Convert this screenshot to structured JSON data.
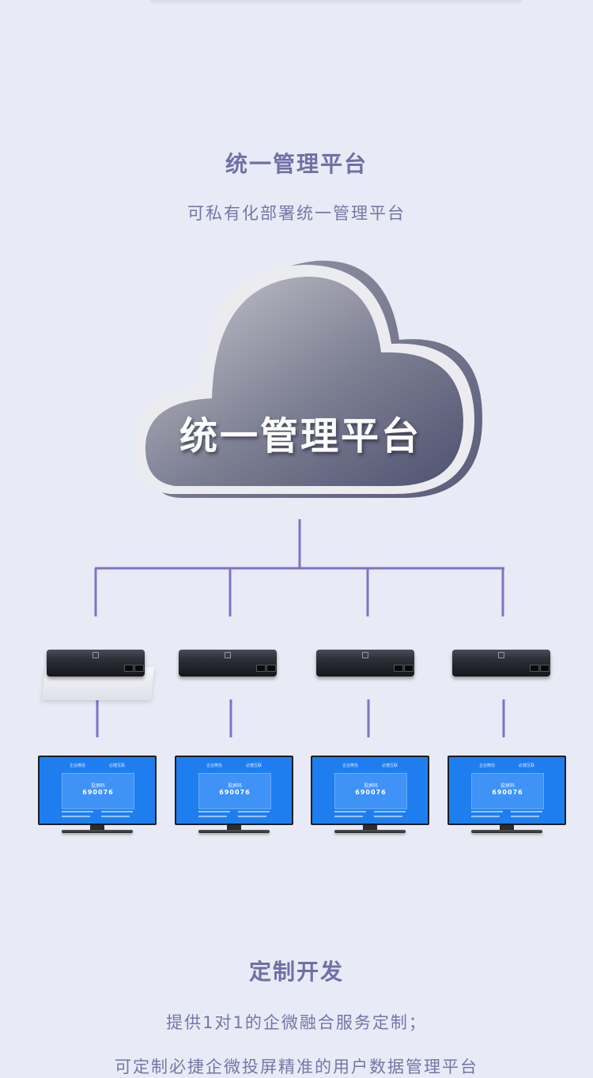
{
  "section1": {
    "title": "统一管理平台",
    "subtitle": "可私有化部署统一管理平台",
    "cloud_label": "统一管理平台"
  },
  "devices": [
    {
      "type": "set-top-box",
      "screen_brand_left": "企业微信",
      "screen_brand_right": "必捷互联",
      "screen_title": "投屏码",
      "screen_code": "690076"
    },
    {
      "type": "set-top-box",
      "screen_brand_left": "企业微信",
      "screen_brand_right": "必捷互联",
      "screen_title": "投屏码",
      "screen_code": "690076"
    },
    {
      "type": "set-top-box",
      "screen_brand_left": "企业微信",
      "screen_brand_right": "必捷互联",
      "screen_title": "投屏码",
      "screen_code": "690076"
    },
    {
      "type": "set-top-box",
      "screen_brand_left": "企业微信",
      "screen_brand_right": "必捷互联",
      "screen_title": "投屏码",
      "screen_code": "690076"
    }
  ],
  "section2": {
    "title": "定制开发",
    "line1": "提供1对1的企微融合服务定制；",
    "line2": "可定制必捷企微投屏精准的用户数据管理平台"
  },
  "colors": {
    "background": "#e8eaf6",
    "accent": "#6f70a6",
    "connector": "#7b75c6",
    "screen_blue": "#1e7ef0"
  }
}
